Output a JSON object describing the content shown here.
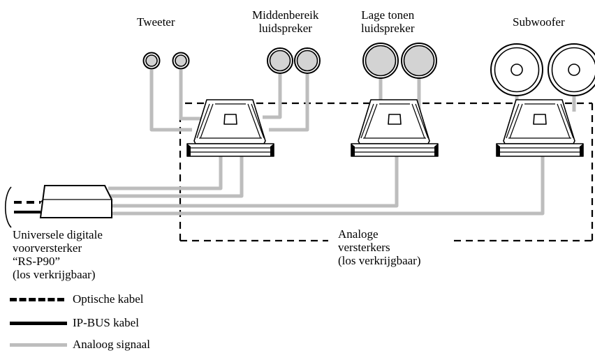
{
  "speakers": {
    "tweeter": "Tweeter",
    "midrange_line1": "Middenbereik",
    "midrange_line2": "luidspreker",
    "woofer_line1": "Lage tonen",
    "woofer_line2": "luidspreker",
    "subwoofer": "Subwoofer"
  },
  "preamp": {
    "line1": "Universele digitale",
    "line2": "voorversterker",
    "line3": "“RS-P90”",
    "line4": "(los verkrijgbaar)"
  },
  "amplifiers": {
    "line1": "Analoge",
    "line2": "versterkers",
    "line3": "(los verkrijgbaar)"
  },
  "legend": {
    "optical": "Optische kabel",
    "ipbus": "IP-BUS kabel",
    "analog": "Analoog signaal"
  },
  "colors": {
    "analog_cable": "#bdbdbd",
    "speaker_fill": "#d3d3d3",
    "line": "#000000"
  }
}
